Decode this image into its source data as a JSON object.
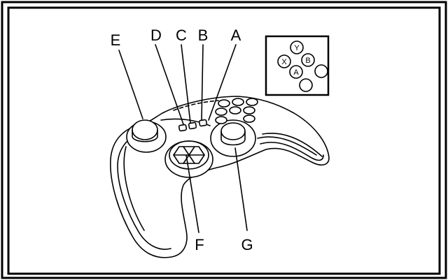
{
  "callouts": {
    "A": "A",
    "B": "B",
    "C": "C",
    "D": "D",
    "E": "E",
    "F": "F",
    "G": "G"
  },
  "inset_buttons": {
    "y": "Y",
    "x": "X",
    "b": "B",
    "a": "A"
  }
}
